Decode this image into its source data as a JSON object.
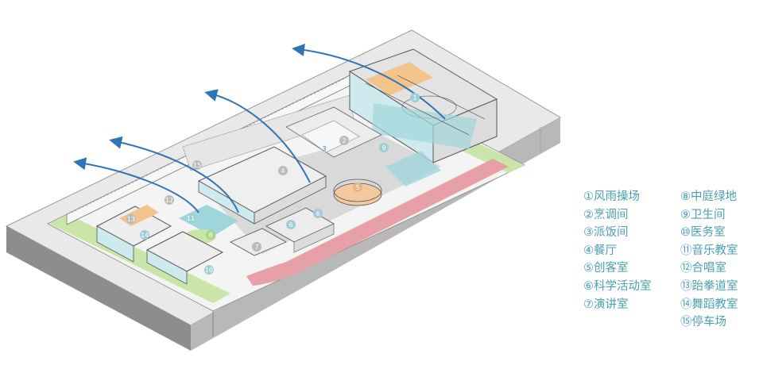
{
  "plan_labels": [
    "1",
    "2",
    "3",
    "4",
    "5",
    "6",
    "6",
    "7",
    "8",
    "9",
    "10",
    "11",
    "12",
    "13",
    "14",
    "15"
  ],
  "legend": {
    "left": [
      "①风雨操场",
      "②烹调间",
      "③派饭间",
      "④餐厅",
      "⑤创客室",
      "⑥科学活动室",
      "⑦演讲室"
    ],
    "right": [
      "⑧中庭绿地",
      "⑨卫生间",
      "⑩医务室",
      "⑪音乐教室",
      "⑫合唱室",
      "⑬跆拳道室",
      "⑭舞蹈教室",
      "⑮停车场"
    ]
  },
  "colors": {
    "legend_text": "#4a9fb0",
    "teal": "#9fd6dc",
    "wind_arrow": "#2f74b6",
    "track": "#e8a0a8",
    "grass": "#c9e6a8"
  }
}
